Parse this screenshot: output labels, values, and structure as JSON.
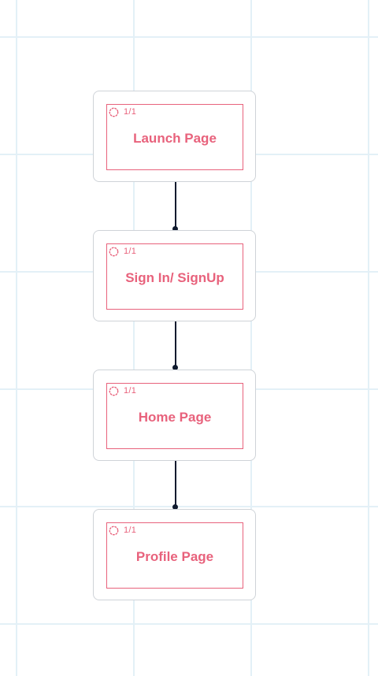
{
  "flow": {
    "nodes": [
      {
        "label": "Launch Page",
        "count": "1/1"
      },
      {
        "label": "Sign In/ SignUp",
        "count": "1/1"
      },
      {
        "label": "Home Page",
        "count": "1/1"
      },
      {
        "label": "Profile Page",
        "count": "1/1"
      }
    ]
  },
  "colors": {
    "accent": "#e8627c",
    "connector": "#0f1a2e",
    "node_border": "#cfd3d8",
    "grid": "#e3f0f7"
  },
  "icons": {
    "status": "loading-spinner-icon"
  }
}
